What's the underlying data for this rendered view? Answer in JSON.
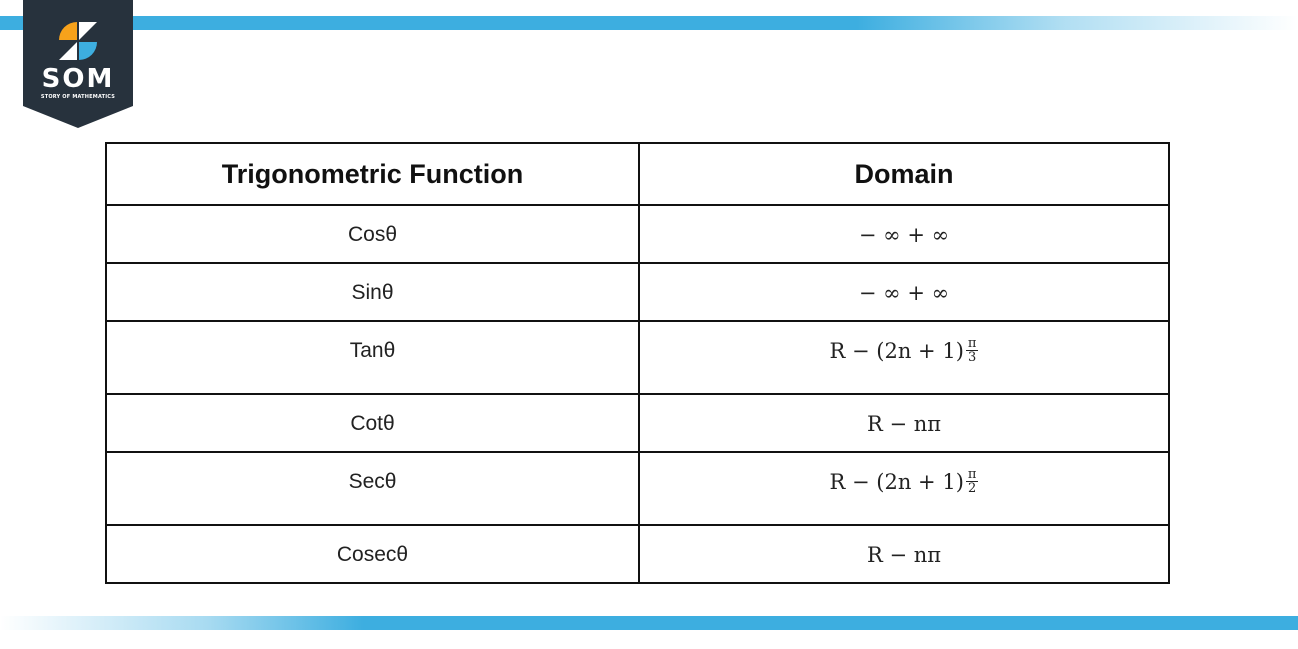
{
  "brand": {
    "abbr": "SOM",
    "name": "STORY OF MATHEMATICS",
    "colors": {
      "navy": "#27323d",
      "orange": "#f7a21b",
      "blue": "#3daee0",
      "bar": "#3daee0"
    }
  },
  "table": {
    "headers": [
      "Trigonometric Function",
      "Domain"
    ],
    "rows": [
      {
        "function": "Cosθ",
        "domain": {
          "text": "− ∞ + ∞"
        }
      },
      {
        "function": "Sinθ",
        "domain": {
          "text": "− ∞ + ∞"
        }
      },
      {
        "function": "Tanθ",
        "domain": {
          "text": "R − (2n + 1)",
          "frac_num": "π",
          "frac_den": "3"
        }
      },
      {
        "function": "Cotθ",
        "domain": {
          "text": "R − nπ"
        }
      },
      {
        "function": "Secθ",
        "domain": {
          "text": "R − (2n + 1)",
          "frac_num": "π",
          "frac_den": "2"
        }
      },
      {
        "function": "Cosecθ",
        "domain": {
          "text": "R − nπ"
        }
      }
    ]
  }
}
